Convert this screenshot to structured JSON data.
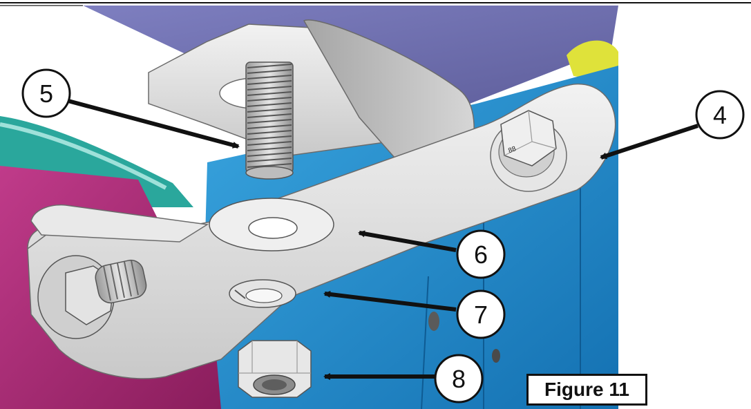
{
  "figure": {
    "label": "Figure 11"
  },
  "callouts": [
    {
      "id": "callout-5",
      "number": "5"
    },
    {
      "id": "callout-4",
      "number": "4"
    },
    {
      "id": "callout-6",
      "number": "6"
    },
    {
      "id": "callout-7",
      "number": "7"
    },
    {
      "id": "callout-8",
      "number": "8"
    }
  ],
  "parts": [
    {
      "name": "mounting-bracket"
    },
    {
      "name": "threaded-stud"
    },
    {
      "name": "flat-washer"
    },
    {
      "name": "lock-washer"
    },
    {
      "name": "hex-nut"
    },
    {
      "name": "hex-bolt"
    }
  ],
  "colors": {
    "accent_blue": "#1f87c9",
    "magenta": "#a3276f",
    "teal": "#2aa79c",
    "purple": "#6e6fa9",
    "yellow": "#dfe23a",
    "metal": "#d8d8d8"
  }
}
